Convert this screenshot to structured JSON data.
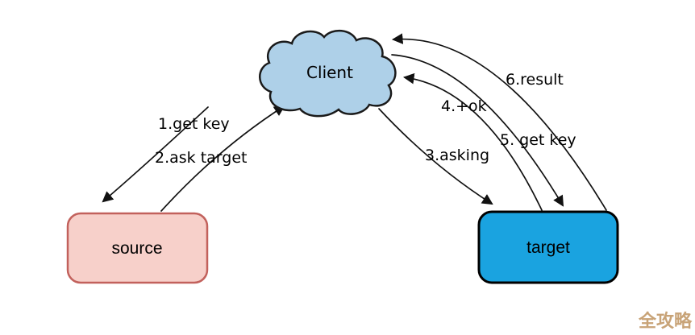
{
  "diagram": {
    "client_label": "Client",
    "source_label": "source",
    "target_label": "target",
    "arrows": [
      {
        "id": 1,
        "label": "1.get key",
        "from": "Client",
        "to": "source"
      },
      {
        "id": 2,
        "label": "2.ask target",
        "from": "source",
        "to": "Client"
      },
      {
        "id": 3,
        "label": "3.asking",
        "from": "Client",
        "to": "target"
      },
      {
        "id": 4,
        "label": "4.+ok",
        "from": "target",
        "to": "Client"
      },
      {
        "id": 5,
        "label": "5. get key",
        "from": "Client",
        "to": "target"
      },
      {
        "id": 6,
        "label": "6.result",
        "from": "target",
        "to": "Client"
      }
    ],
    "watermark": "全攻略",
    "colors": {
      "cloud_fill": "#aed0e8",
      "cloud_stroke": "#1a1a1a",
      "source_fill": "#f7d0ca",
      "source_border": "#c2615c",
      "target_fill": "#1aa3e0",
      "target_border": "#000000",
      "arrow": "#111111",
      "watermark": "#c8a377",
      "background": "#ffffff"
    }
  }
}
